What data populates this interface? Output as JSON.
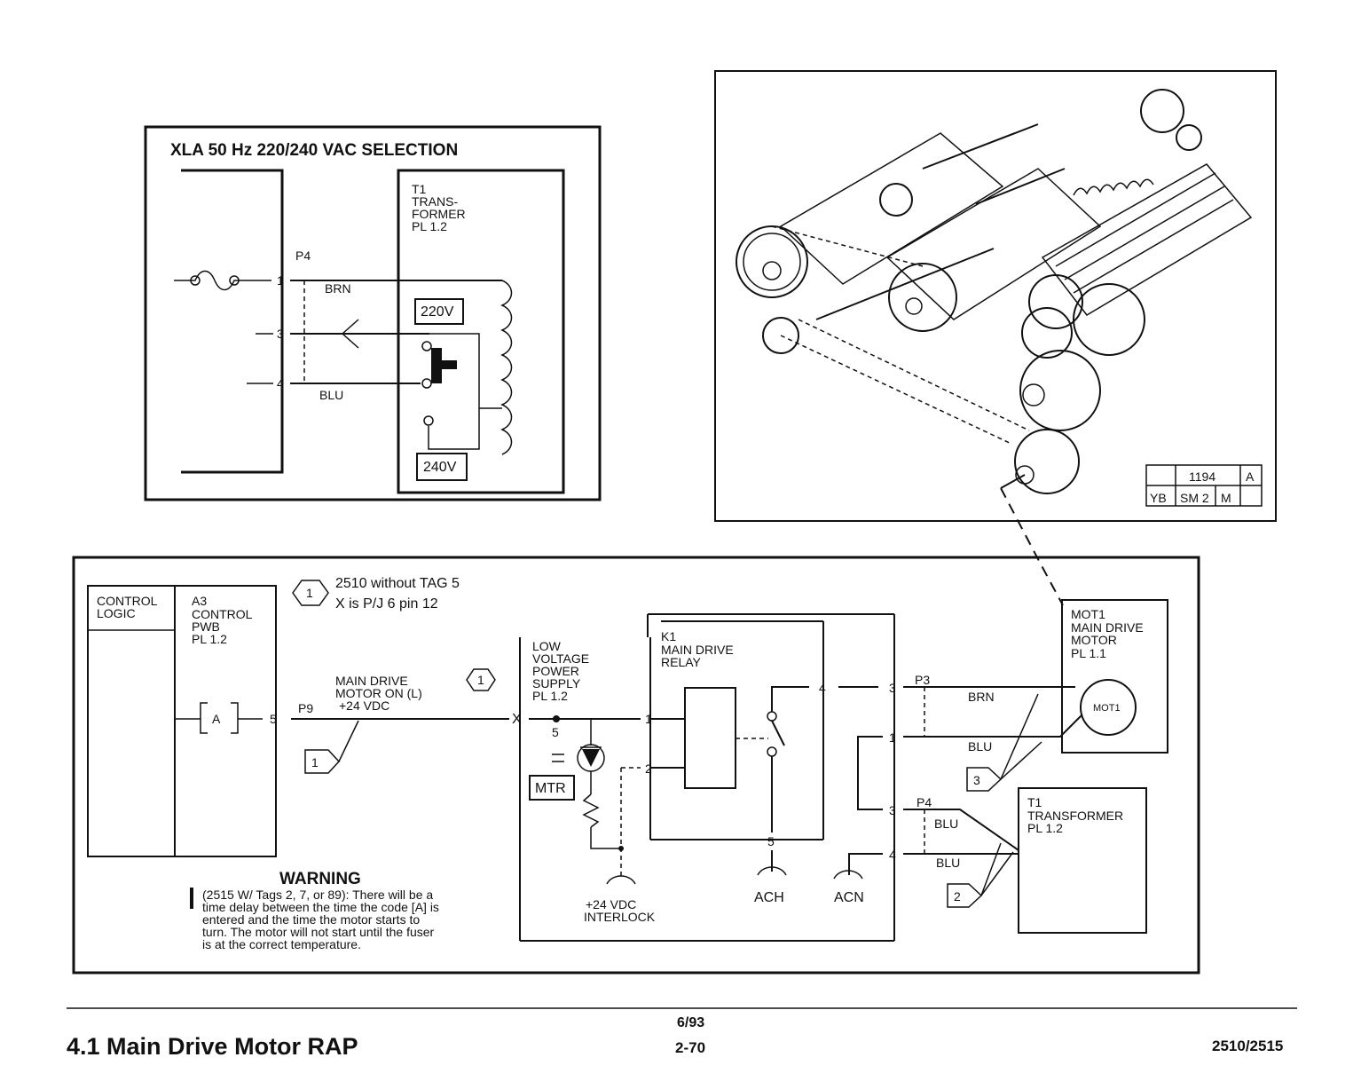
{
  "selection_panel": {
    "title": "XLA 50 Hz 220/240 VAC SELECTION",
    "transformer_lines": [
      "T1",
      "TRANS-",
      "FORMER",
      "PL 1.2"
    ],
    "connector": "P4",
    "pins": [
      "1",
      "3",
      "4"
    ],
    "wire_top": "BRN",
    "wire_bottom": "BLU",
    "tap_220": "220V",
    "tap_240": "240V"
  },
  "illustration": {
    "id_cells": [
      "1194",
      "A",
      "YB",
      "SM 2",
      "M"
    ]
  },
  "circuit": {
    "control_logic_lines": [
      "CONTROL",
      "LOGIC"
    ],
    "a3_lines": [
      "A3",
      "CONTROL",
      "PWB",
      "PL 1.2"
    ],
    "code_a": "A",
    "pin_5": "5",
    "p9": "P9",
    "signal_lines": [
      "MAIN DRIVE",
      "MOTOR ON (L)",
      "+24 VDC"
    ],
    "tag1_number": "1",
    "note_lines": [
      "2510 without TAG 5",
      "X is P/J 6 pin 12"
    ],
    "x_label": "X",
    "lvps_lines": [
      "LOW",
      "VOLTAGE",
      "POWER",
      "SUPPLY",
      "PL 1.2"
    ],
    "lvps_pin": "5",
    "mtr": "MTR",
    "interlock_lines": [
      "+24 VDC",
      "INTERLOCK"
    ],
    "relay_lines": [
      "K1",
      "MAIN DRIVE",
      "RELAY"
    ],
    "relay_pins": [
      "1",
      "2",
      "4",
      "5"
    ],
    "ach": "ACH",
    "acn": "ACN",
    "p3": "P3",
    "p3_pins": [
      "3",
      "1"
    ],
    "p4": "P4",
    "p4_pins": [
      "3",
      "4"
    ],
    "brn": "BRN",
    "blu": "BLU",
    "motor_lines": [
      "MOT1",
      "MAIN DRIVE",
      "MOTOR",
      "PL 1.1"
    ],
    "motor_symbol": "MOT1",
    "transformer_lines": [
      "T1",
      "TRANSFORMER",
      "PL 1.2"
    ],
    "tags": [
      "1",
      "2",
      "3"
    ],
    "warning_title": "WARNING",
    "warning_lines": [
      "(2515 W/ Tags 2, 7, or 89):  There will be a",
      "time delay between the time the code [A] is",
      "entered and the time the motor starts to",
      "turn.  The motor will not start until the fuser",
      "is at the correct temperature."
    ]
  },
  "footer": {
    "title": "4.1 Main Drive Motor RAP",
    "date": "6/93",
    "page": "2-70",
    "model": "2510/2515"
  }
}
